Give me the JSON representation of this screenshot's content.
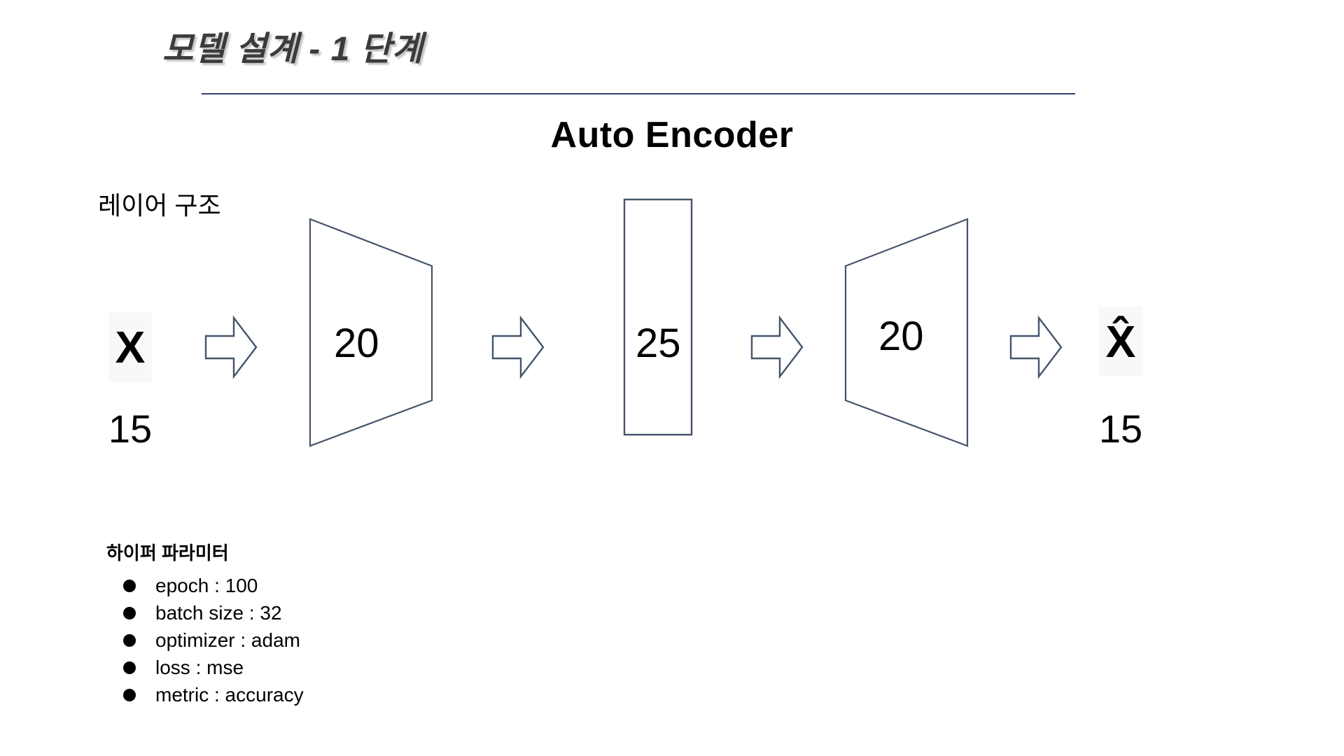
{
  "slide": {
    "title": "모델 설계 - 1 단계",
    "heading": "Auto Encoder",
    "section_label": "레이어 구조",
    "rule_color": "#2f4272",
    "shape_stroke_color": "#44546a",
    "token_box_bg": "#f6f8f9",
    "title_color": "#3b3b3b"
  },
  "diagram": {
    "type": "autoencoder-architecture",
    "input": {
      "symbol": "X",
      "dimension": "15"
    },
    "encoder": {
      "label": "20",
      "shape": "trapezoid-narrowing"
    },
    "bottleneck": {
      "label": "25",
      "shape": "rectangle"
    },
    "decoder": {
      "label": "20",
      "shape": "trapezoid-expanding"
    },
    "output": {
      "symbol": "X̂",
      "dimension": "15"
    },
    "arrows": [
      "arrow-input-to-encoder",
      "arrow-encoder-to-bottleneck",
      "arrow-bottleneck-to-decoder",
      "arrow-decoder-to-output"
    ]
  },
  "hyperparameters": {
    "title": "하이퍼 파라미터",
    "items": [
      {
        "text": "epoch : 100"
      },
      {
        "text": "batch size : 32"
      },
      {
        "text": "optimizer : adam"
      },
      {
        "text": "loss : mse"
      },
      {
        "text": "metric : accuracy"
      }
    ]
  }
}
